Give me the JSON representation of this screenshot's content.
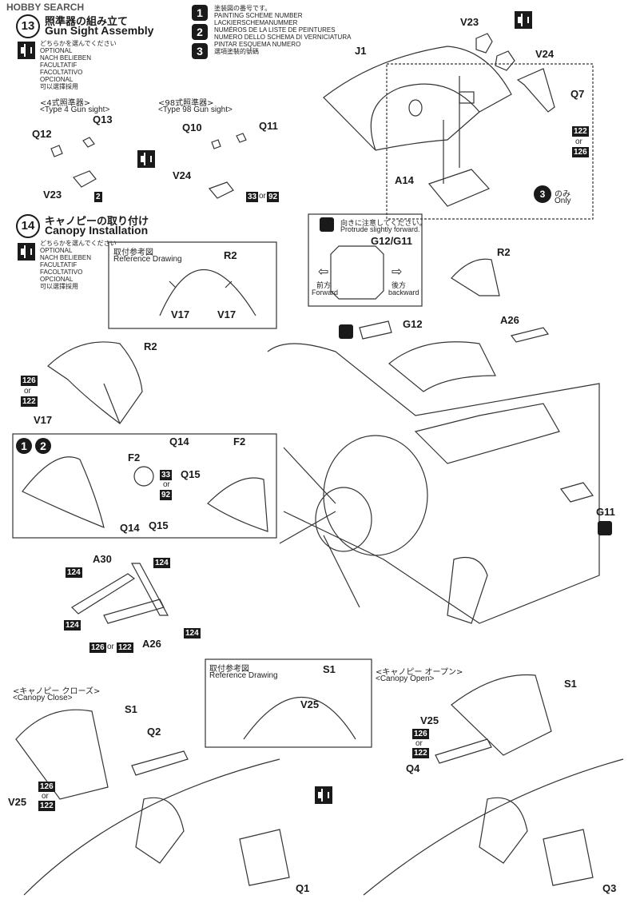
{
  "header": {
    "watermark": "HOBBY SEARCH",
    "paint_legend": [
      "塗装図の番号です。",
      "PAINTING SCHEME NUMBER",
      "LACKIERSCHEMANUMMER",
      "NUMÉROS DE LA LISTE DE PEINTURES",
      "NUMERO DELLO SCHEMA DI VERNICIATURA",
      "PINTAR ESQUEMA NUMERO",
      "選項塗裝的號碼"
    ],
    "paint_numbers": [
      "1",
      "2",
      "3"
    ]
  },
  "step13": {
    "number": "13",
    "title_jp": "照準器の組み立て",
    "title_en": "Gun Sight Assembly",
    "optional_lines": [
      "どちらかを選んでください",
      "OPTIONAL",
      "NACH BELIEBEN",
      "FACULTATIF",
      "FACOLTATIVO",
      "OPCIONAL",
      "可以選擇採用"
    ],
    "type4_jp": "<4式照準器>",
    "type4_en": "<Type 4 Gun sight>",
    "type98_jp": "<98式照準器>",
    "type98_en": "<Type 98 Gun sight>",
    "labels": {
      "q13": "Q13",
      "q12": "Q12",
      "v23a": "V23",
      "b2": "2",
      "q10": "Q10",
      "q11": "Q11",
      "v24a": "V24",
      "b33": "33",
      "or1": "or",
      "b92": "92",
      "v23b": "V23",
      "v24b": "V24",
      "j1": "J1",
      "q7": "Q7",
      "a14": "A14",
      "b122": "122",
      "or2": "or",
      "b126": "126",
      "only_num": "3",
      "only_jp": "のみ",
      "only_en": "Only"
    }
  },
  "step14": {
    "number": "14",
    "title_jp": "キャノピーの取り付け",
    "title_en": "Canopy Installation",
    "optional_lines": [
      "どちらかを選んでください",
      "OPTIONAL",
      "NACH BELIEBEN",
      "FACULTATIF",
      "FACOLTATIVO",
      "OPCIONAL",
      "可以選擇採用"
    ],
    "ref_jp": "取付参考図",
    "ref_en": "Reference Drawing",
    "ref_labels": {
      "r2": "R2",
      "v17a": "V17",
      "v17b": "V17"
    },
    "note_jp": "向きに注意してください。",
    "note_en": "Protrude slightly forward.",
    "note_part": "G12/G11",
    "fwd_jp": "前方",
    "fwd_en": "Forward",
    "bwd_jp": "後方",
    "bwd_en": "backward",
    "labels": {
      "r2a": "R2",
      "b126": "126",
      "or1": "or",
      "b122": "122",
      "v17": "V17",
      "g12": "G12",
      "r2b": "R2",
      "a26a": "A26",
      "g11": "G11",
      "q14a": "Q14",
      "f2a": "F2",
      "q15a": "Q15",
      "f2b": "F2",
      "b33": "33",
      "or2": "or",
      "b92": "92",
      "q14b": "Q14",
      "q15b": "Q15",
      "a30": "A30",
      "b124a": "124",
      "b124b": "124",
      "b124c": "124",
      "b124d": "124",
      "a26b": "A26",
      "b126b": "126",
      "or3": "or",
      "b122b": "122"
    },
    "variant_numbers": [
      "1",
      "2"
    ]
  },
  "canopy": {
    "close_jp": "<キャノピー クローズ>",
    "close_en": "<Canopy Close>",
    "open_jp": "<キャノピー オープン>",
    "open_en": "<Canopy Open>",
    "ref_jp": "取付参考図",
    "ref_en": "Reference Drawing",
    "labels": {
      "s1a": "S1",
      "q2": "Q2",
      "v25a": "V25",
      "b126a": "126",
      "or1": "or",
      "b122a": "122",
      "q1": "Q1",
      "s1ref": "S1",
      "v25ref": "V25",
      "s1b": "S1",
      "v25b": "V25",
      "b126b": "126",
      "or2": "or",
      "b122b": "122",
      "q4": "Q4",
      "q3": "Q3"
    }
  }
}
